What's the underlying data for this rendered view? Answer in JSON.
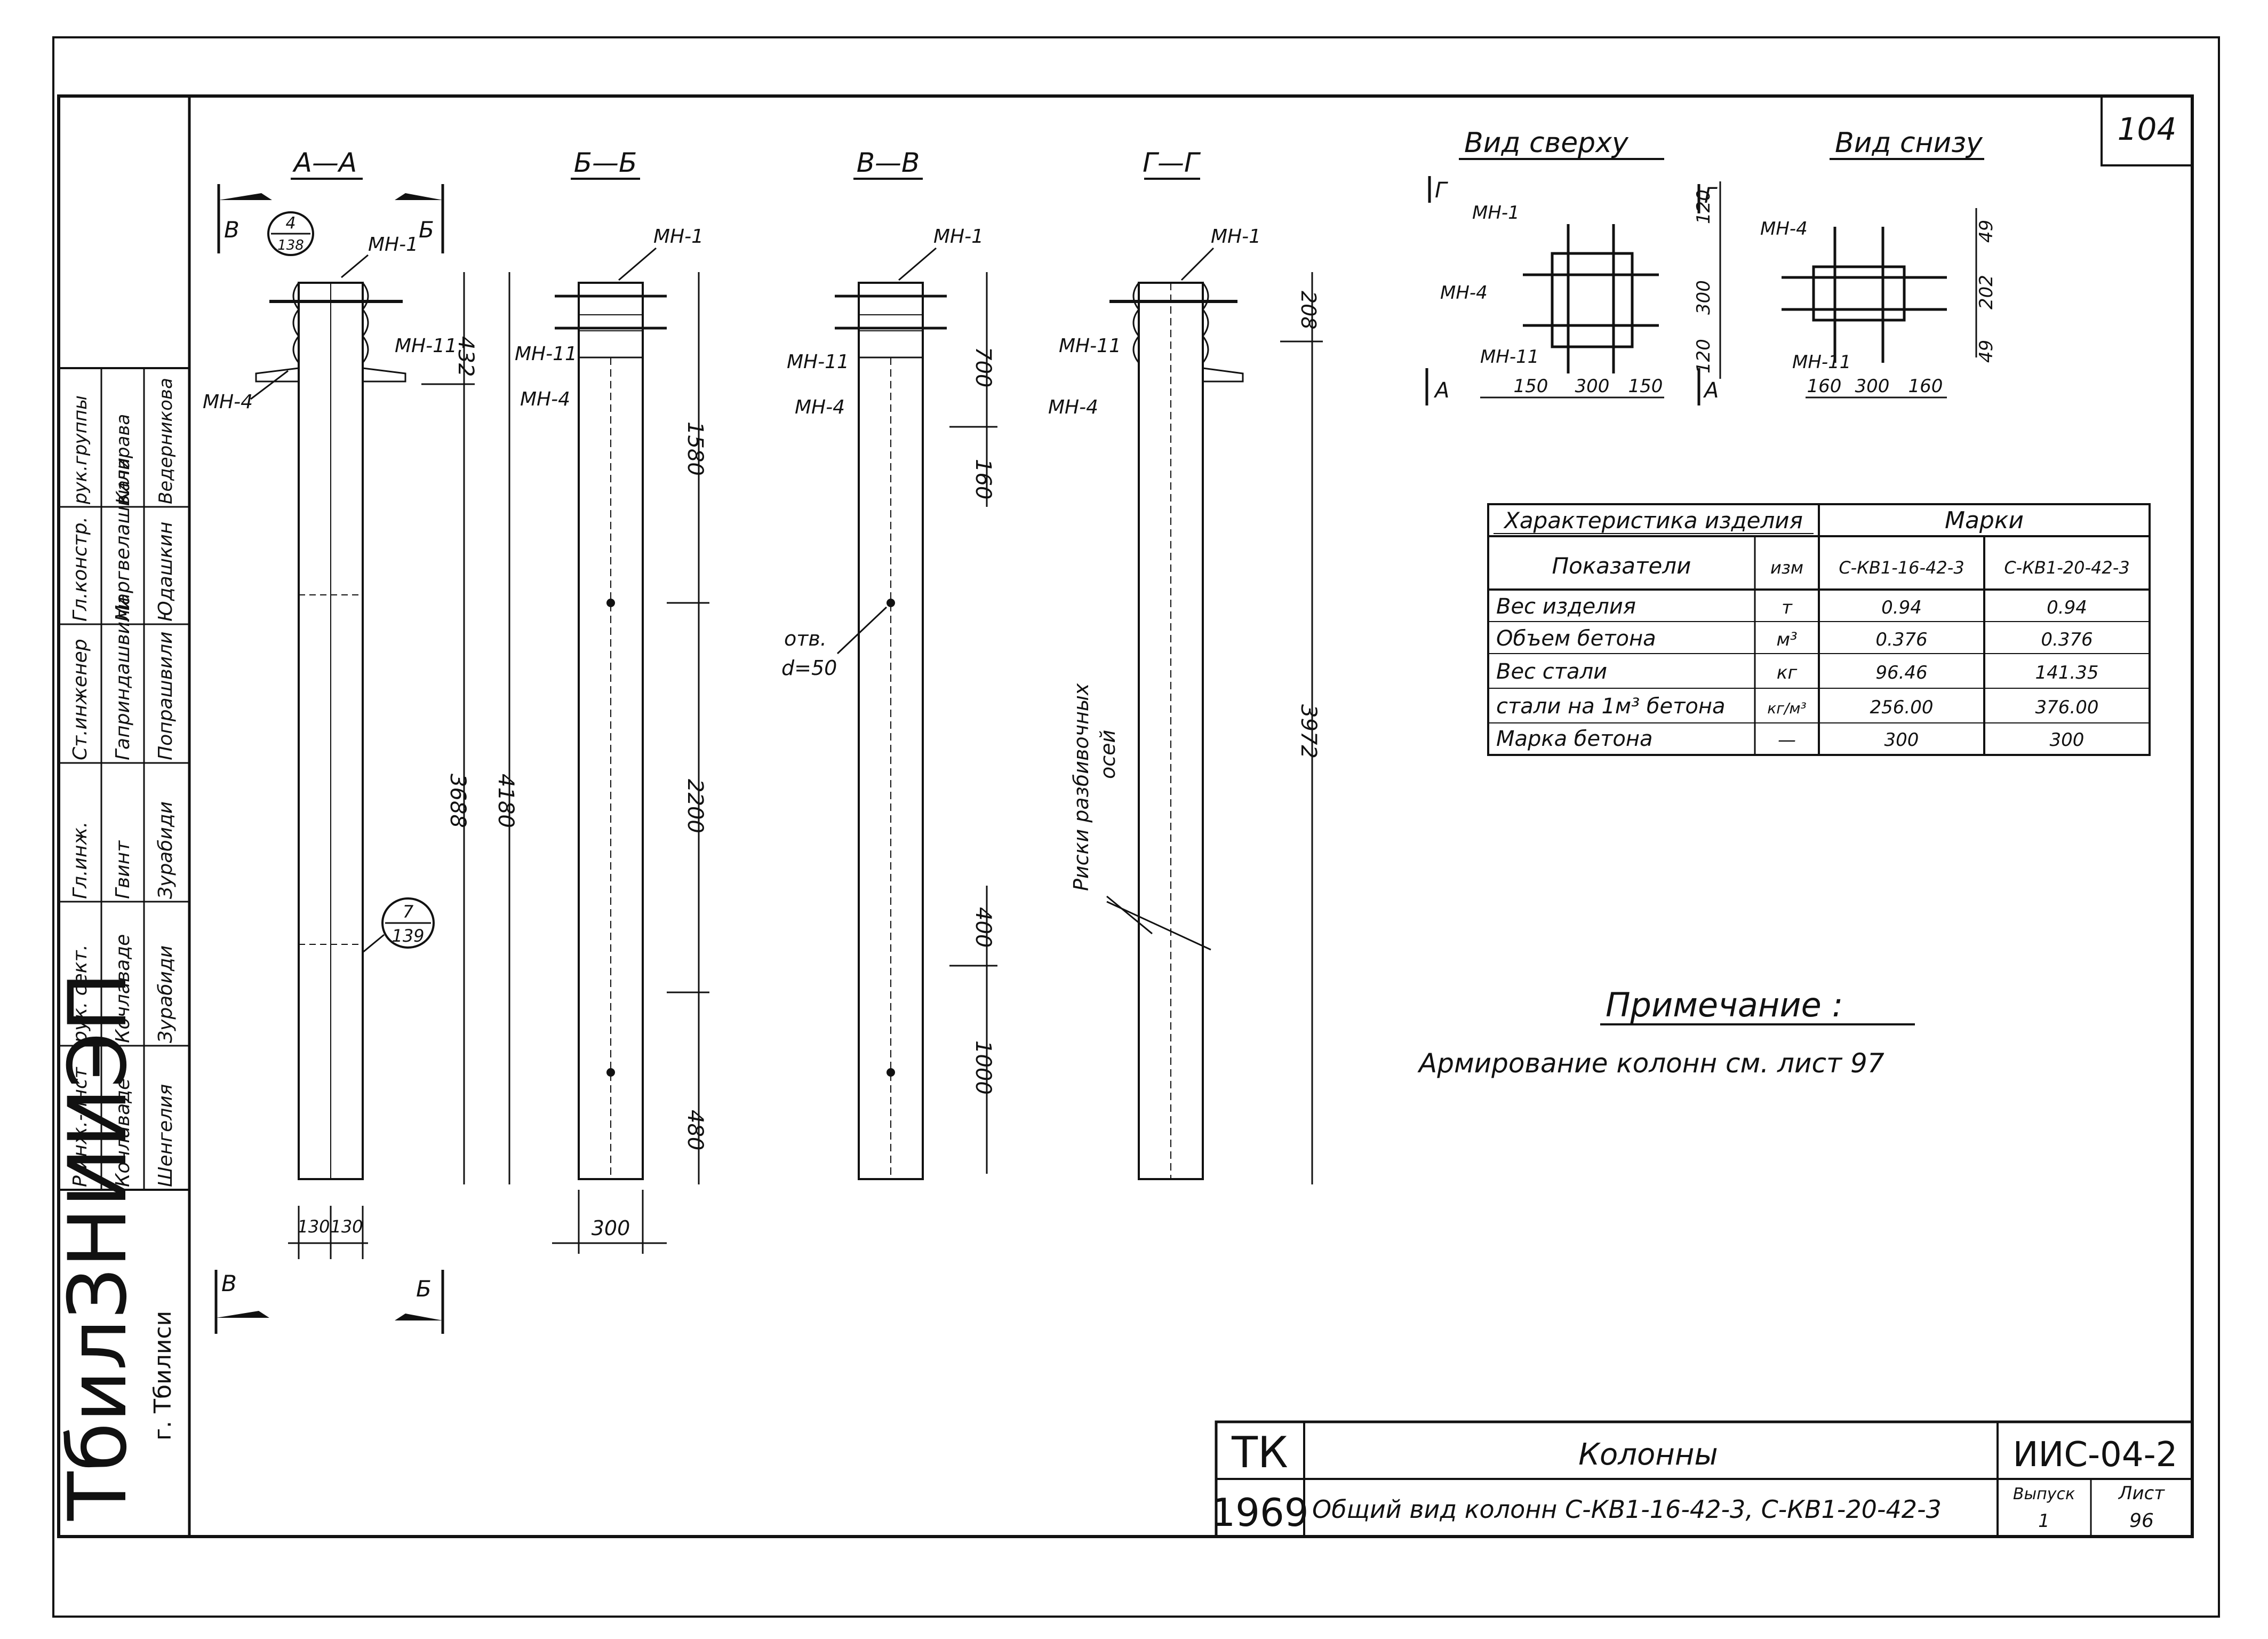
{
  "sheet": {
    "page_number": "104"
  },
  "section_titles": [
    "А—А",
    "Б—Б",
    "В—В",
    "Г—Г"
  ],
  "section_markers": {
    "v": "В",
    "b": "Б",
    "a": "А",
    "g": "Г"
  },
  "callouts": {
    "node_4": {
      "top": "4",
      "bottom": "138"
    },
    "node_7": {
      "top": "7",
      "bottom": "139"
    }
  },
  "parts": {
    "mn1": "МН-1",
    "mn4": "МН-4",
    "mn11": "МН-11"
  },
  "dims": {
    "a_432": "432",
    "a_3688": "3688",
    "a_4180": "4180",
    "a_130a": "130",
    "a_130b": "130",
    "b_1580": "1580",
    "b_2200": "2200",
    "b_480": "480",
    "b_300": "300",
    "v_700": "700",
    "v_160": "160",
    "v_400": "400",
    "v_1000": "1000",
    "g_208": "208",
    "g_3972": "3972"
  },
  "hole": {
    "label": "отв.",
    "diameter": "d=50"
  },
  "risks_label": {
    "line1": "Риски разбивочных",
    "line2": "осей"
  },
  "view_top": {
    "title": "Вид сверху",
    "dims_bottom": [
      "150",
      "300",
      "150"
    ],
    "dims_side": [
      "120",
      "300",
      "120"
    ]
  },
  "view_bottom": {
    "title": "Вид снизу",
    "dims_bottom": [
      "160",
      "300",
      "160"
    ],
    "dims_side": [
      "49",
      "202",
      "49"
    ]
  },
  "spec_table": {
    "title": "Характеристика изделия",
    "marks_header": "Марки",
    "col_headers": [
      "Показатели",
      "изм",
      "С-КВ1-16-42-3",
      "С-КВ1-20-42-3"
    ],
    "rows": [
      [
        "Вес изделия",
        "т",
        "0.94",
        "0.94"
      ],
      [
        "Объем бетона",
        "м³",
        "0.376",
        "0.376"
      ],
      [
        "Вес стали",
        "кг",
        "96.46",
        "141.35"
      ],
      [
        "стали на 1м³ бетона",
        "кг/м³",
        "256.00",
        "376.00"
      ],
      [
        "Марка бетона",
        "—",
        "300",
        "300"
      ]
    ]
  },
  "note": {
    "title": "Примечание :",
    "text": "Армирование колонн см. лист 97"
  },
  "stamp_left": {
    "org_name": "ТбилЗНИИЭП",
    "city": "г. Тбилиси",
    "rows": [
      [
        "Р.инж.-инст",
        "Кочлаваде",
        "Шенгелия"
      ],
      [
        "рук. сект.",
        "Кочлаваде",
        "Зурабиди"
      ],
      [
        "Гл.инж.",
        "Гвинт",
        "Зурабиди"
      ],
      [
        "Ст.инженер",
        "Гаприндашвили",
        "Попрашвили"
      ],
      [
        "Гл.констр.",
        "Маргвелашвили",
        "Юдашкин"
      ],
      [
        "рук.группы",
        "Качарава",
        "Ведерникова"
      ]
    ]
  },
  "title_block": {
    "code": "ТК",
    "year": "1969",
    "name": "Колонны",
    "description": "Общий вид колонн С-КВ1-16-42-3, С-КВ1-20-42-3",
    "series": "ИИС-04-2",
    "issue_label": "Выпуск",
    "issue": "1",
    "sheet_label": "Лист",
    "sheet": "96"
  }
}
